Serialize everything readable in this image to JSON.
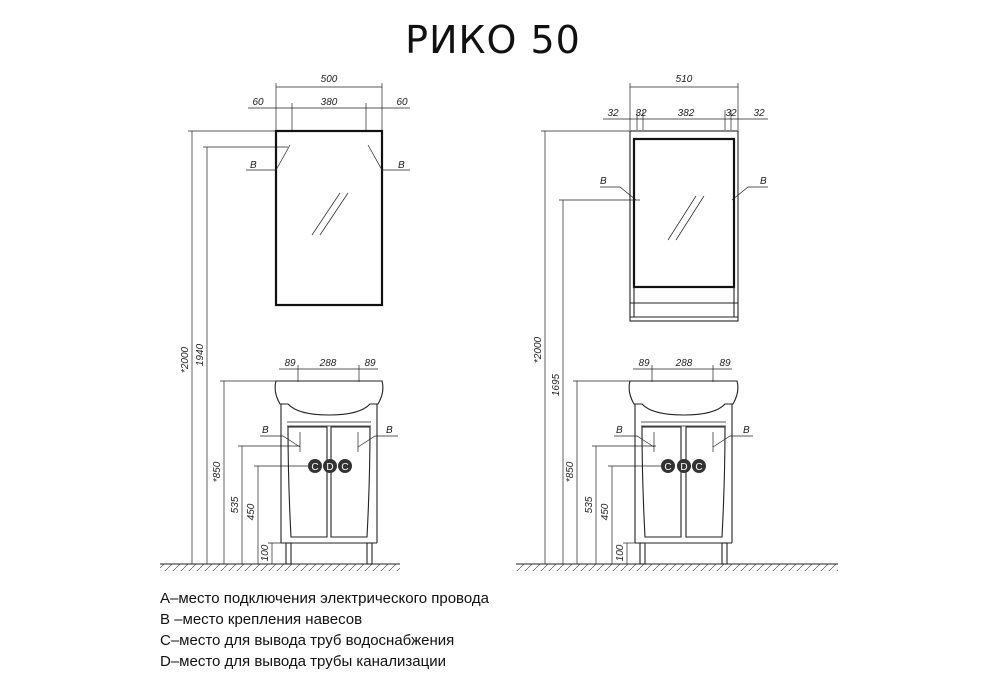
{
  "title": "РИКО 50",
  "left": {
    "mirror_dims": {
      "total": "500",
      "side_left": "60",
      "middle": "380",
      "side_right": "60"
    },
    "mount_label_left": "B",
    "mount_label_right": "B",
    "height_total": "*2000",
    "height_mount": "1940",
    "cabinet_dims": {
      "left": "89",
      "middle": "288",
      "right": "89"
    },
    "cabinet_label_left": "B",
    "cabinet_label_right": "B",
    "height_basin": "*850",
    "height_b": "535",
    "height_c": "450",
    "height_d": "100",
    "conn": [
      "C",
      "D",
      "C"
    ]
  },
  "right": {
    "mirror_dims": {
      "total": "510",
      "side_left": "32",
      "inner_left": "32",
      "middle": "382",
      "inner_right": "32",
      "side_right": "32"
    },
    "mount_label_left": "B",
    "mount_label_right": "B",
    "height_total": "*2000",
    "height_mount": "1695",
    "cabinet_dims": {
      "left": "89",
      "middle": "288",
      "right": "89"
    },
    "cabinet_label_left": "B",
    "cabinet_label_right": "B",
    "height_basin": "*850",
    "height_b": "535",
    "height_c": "450",
    "height_d": "100",
    "conn": [
      "C",
      "D",
      "C"
    ]
  },
  "legend": [
    "A–место подключения электрического провода",
    "B –место крепления навесов",
    "C–место для вывода труб водоснабжения",
    "D–место для вывода трубы канализации"
  ]
}
